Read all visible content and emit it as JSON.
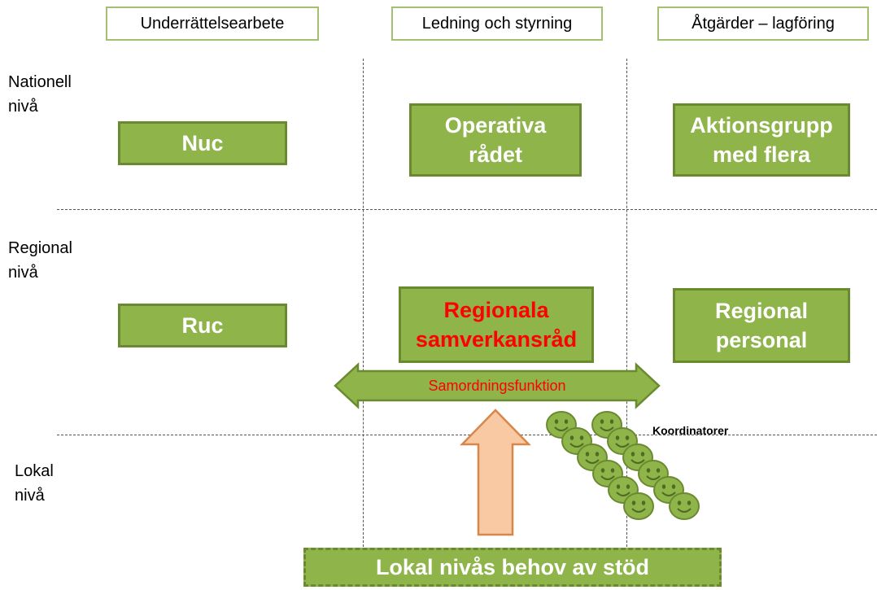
{
  "columns": {
    "intel": "Underrättelsearbete",
    "lead": "Ledning och styrning",
    "action": "Åtgärder – lagföring"
  },
  "rows": {
    "national": "Nationell nivå",
    "regional": "Regional nivå",
    "local": "Lokal nivå"
  },
  "boxes": {
    "nuc": "Nuc",
    "operativa": "Operativa rådet",
    "aktion": "Aktionsgrupp med flera",
    "ruc": "Ruc",
    "regionala": "Regionala samverkansråd",
    "regional_personal": "Regional personal"
  },
  "arrow": {
    "samordning": "Samordningsfunktion"
  },
  "koordinatorer": "Koordinatorer",
  "bottom": "Lokal nivås behov av stöd",
  "colors": {
    "box_fill": "#8eb44a",
    "box_border": "#6a8a30",
    "header_border": "#a3c070",
    "highlight_text": "#ff0000",
    "up_arrow_fill": "#f9c9a4",
    "up_arrow_border": "#d8864a",
    "face_fill": "#8eb44a"
  },
  "icons": {
    "face": "smiley-face-icon"
  }
}
